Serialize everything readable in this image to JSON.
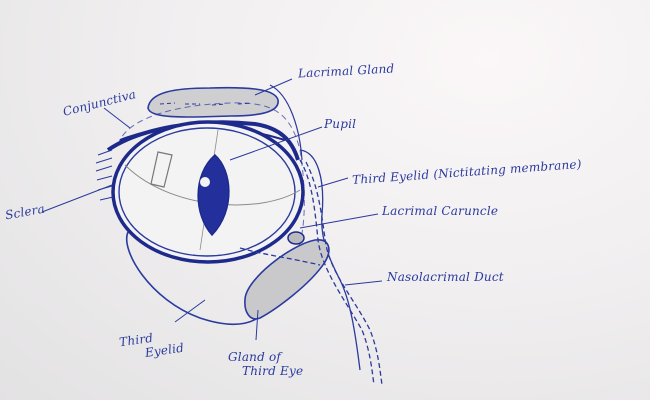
{
  "diagram": {
    "title": "Anatomy of the cat eye (hand-drawn sketch)",
    "colors": {
      "ink": "#2a3a9e",
      "ink_dark": "#1d2a8c",
      "pupil": "#23309c",
      "pencil": "#8a8a8a",
      "gland_fill": "#c9c9cb",
      "paper": "#f1eff0"
    },
    "labels": {
      "conjunctiva": "Conjunctiva",
      "sclera": "Sclera",
      "lacrimal_gland": "Lacrimal Gland",
      "pupil": "Pupil",
      "third_eyelid_nictitating": "Third Eyelid  (Nictitating membrane)",
      "lacrimal_caruncle": "Lacrimal Caruncle",
      "nasolacrimal_duct": "Nasolacrimal Duct",
      "third_eyelid_line1": "Third",
      "third_eyelid_line2": "Eyelid",
      "gland_line1": "Gland of",
      "gland_line2": "Third Eye"
    }
  }
}
